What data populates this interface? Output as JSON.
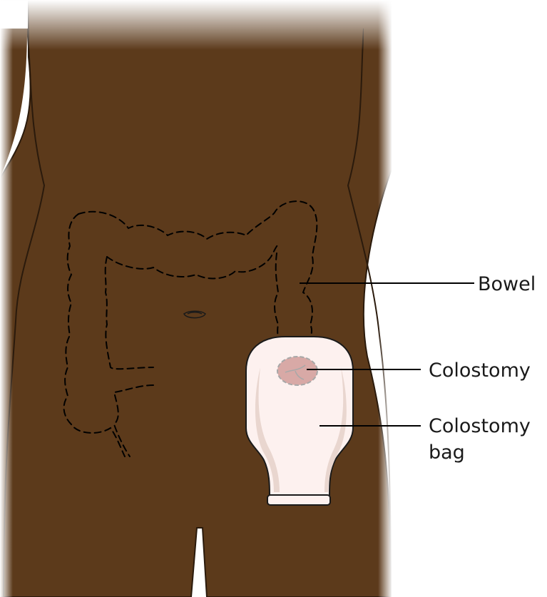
{
  "diagram": {
    "labels": {
      "bowel": "Bowel",
      "colostomy": "Colostomy",
      "colostomy_bag_line1": "Colostomy",
      "colostomy_bag_line2": "bag"
    },
    "colors": {
      "skin": "#5c3a1b",
      "skin_outline": "#2a1a0c",
      "bowel_outline": "#000000",
      "bag_fill": "#fdf1ef",
      "bag_shade": "#e9d6cf",
      "stoma": "#d8a9a6",
      "leader_line": "#000000"
    }
  }
}
